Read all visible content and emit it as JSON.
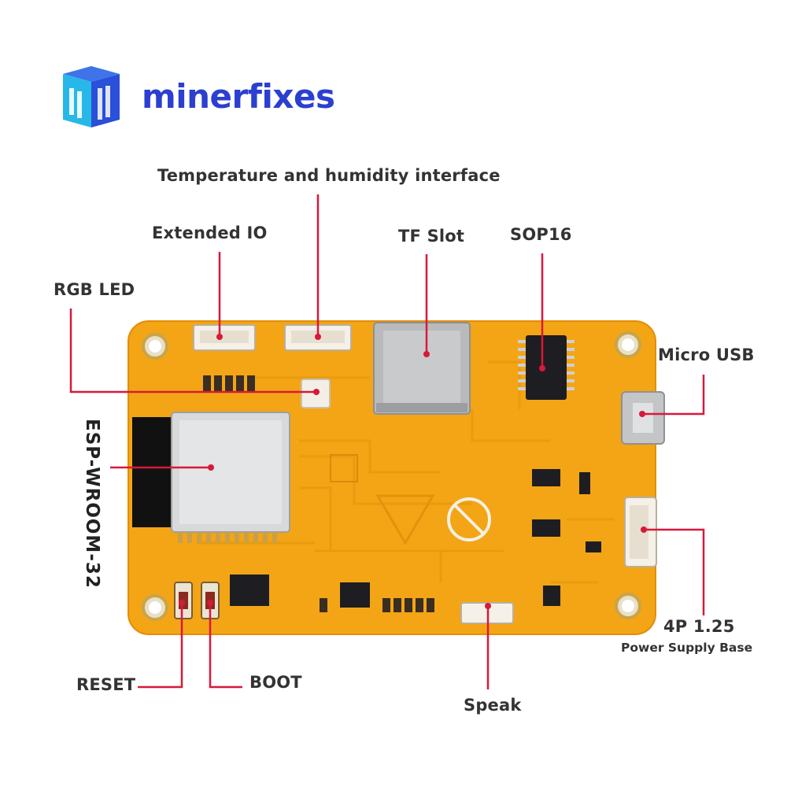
{
  "brand": {
    "name": "minerfixes"
  },
  "labels": {
    "temp_humidity": "Temperature and humidity interface",
    "extended_io": "Extended IO",
    "tf_slot": "TF Slot",
    "sop16": "SOP16",
    "rgb_led": "RGB LED",
    "micro_usb": "Micro USB",
    "esp_module": "ESP-WROOM-32",
    "power_title": "4P 1.25",
    "power_sub": "Power Supply Base",
    "reset": "RESET",
    "boot": "BOOT",
    "speak": "Speak"
  },
  "colors": {
    "board": "#f3a515",
    "board_edge": "#e8940c",
    "callout": "#d8193a",
    "brand": "#2b3fd0",
    "logo_blue": "#2a55e0",
    "logo_cyan": "#27b8e8"
  }
}
